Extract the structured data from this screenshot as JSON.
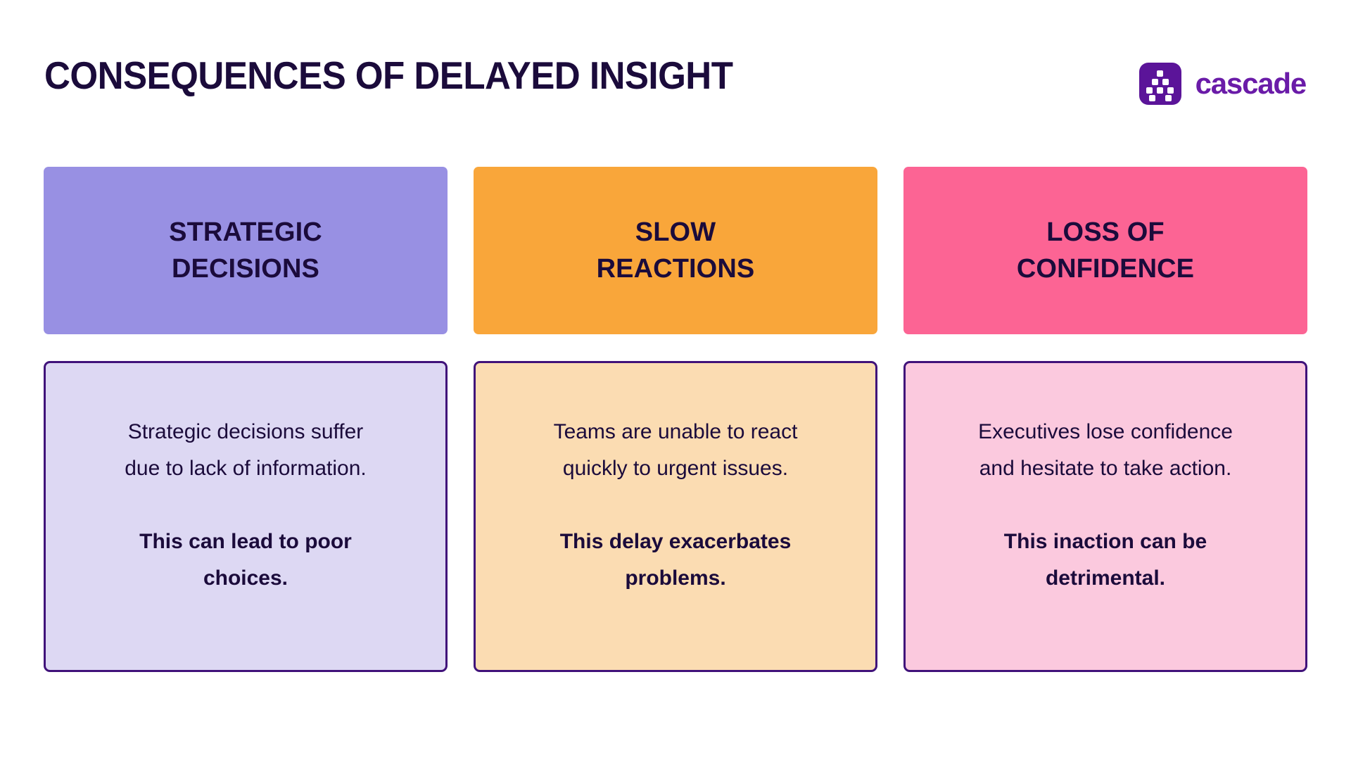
{
  "page": {
    "title": "CONSEQUENCES OF DELAYED INSIGHT",
    "background_color": "#FFFFFF",
    "text_color": "#1B0B3B"
  },
  "brand": {
    "name": "cascade",
    "icon_name": "cascade-logo-icon",
    "mark_color": "#5B1499",
    "word_color": "#6A1BA8",
    "dot_color": "#FFFFFF"
  },
  "cards": [
    {
      "id": "strategic-decisions",
      "header_title": "STRATEGIC\nDECISIONS",
      "header_color": "#9890E3",
      "body_color": "#DDD8F3",
      "border_color": "#40127A",
      "body_lead": "Strategic decisions suffer\ndue to lack of information.",
      "body_emphasis": "This can lead to poor\nchoices."
    },
    {
      "id": "slow-reactions",
      "header_title": "SLOW\nREACTIONS",
      "header_color": "#F9A63A",
      "body_color": "#FBDCB2",
      "border_color": "#40127A",
      "body_lead": "Teams are unable to react\nquickly to urgent issues.",
      "body_emphasis": "This delay exacerbates\nproblems."
    },
    {
      "id": "loss-of-confidence",
      "header_title": "LOSS OF\nCONFIDENCE",
      "header_color": "#FC6494",
      "body_color": "#FBC9DE",
      "border_color": "#40127A",
      "body_lead": "Executives lose confidence\nand hesitate to take action.",
      "body_emphasis": "This inaction can be\ndetrimental."
    }
  ]
}
